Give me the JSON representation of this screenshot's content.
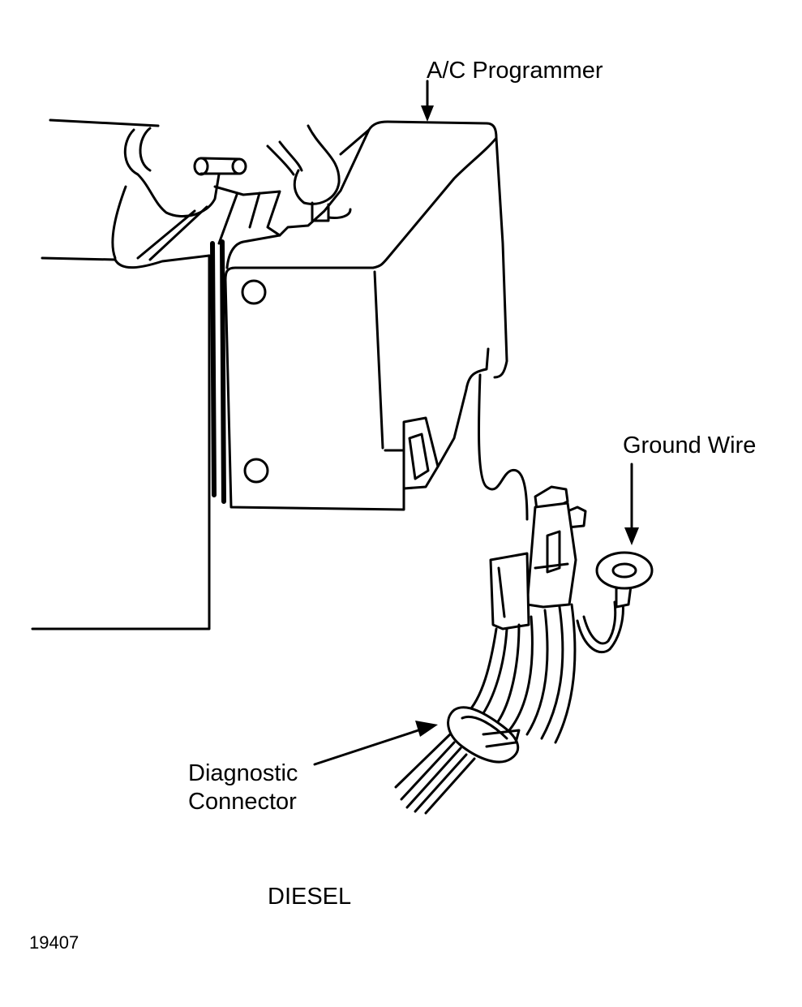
{
  "labels": {
    "ac_programmer": "A/C Programmer",
    "ground_wire": "Ground Wire",
    "diagnostic_line1": "Diagnostic",
    "diagnostic_line2": "Connector",
    "engine": "DIESEL",
    "figure_number": "19407"
  }
}
